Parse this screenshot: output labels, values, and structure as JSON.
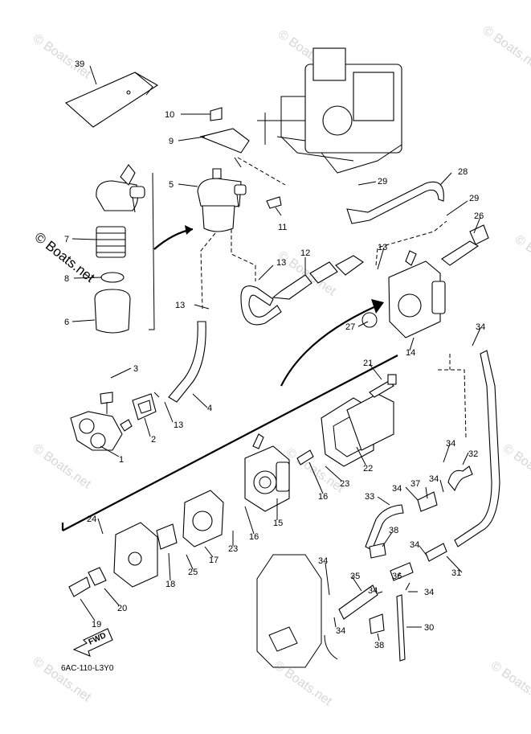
{
  "diagram": {
    "watermark": "© Boats.net",
    "corner_code": "6AC-110-L3Y0",
    "direction_label": "FWD",
    "part_numbers": [
      "1",
      "2",
      "3",
      "4",
      "5",
      "6",
      "7",
      "8",
      "9",
      "10",
      "11",
      "12",
      "13",
      "14",
      "15",
      "16",
      "17",
      "18",
      "19",
      "20",
      "21",
      "22",
      "23",
      "24",
      "25",
      "26",
      "27",
      "28",
      "29",
      "30",
      "31",
      "32",
      "33",
      "34",
      "35",
      "36",
      "37",
      "38",
      "39"
    ],
    "callouts": [
      {
        "id": "39",
        "text": "39"
      },
      {
        "id": "10",
        "text": "10"
      },
      {
        "id": "9",
        "text": "9"
      },
      {
        "id": "5",
        "text": "5"
      },
      {
        "id": "7",
        "text": "7"
      },
      {
        "id": "8",
        "text": "8"
      },
      {
        "id": "6",
        "text": "6"
      },
      {
        "id": "11",
        "text": "11"
      },
      {
        "id": "13a",
        "text": "13"
      },
      {
        "id": "13b",
        "text": "13"
      },
      {
        "id": "12",
        "text": "12"
      },
      {
        "id": "3",
        "text": "3"
      },
      {
        "id": "4",
        "text": "4"
      },
      {
        "id": "13c",
        "text": "13"
      },
      {
        "id": "2",
        "text": "2"
      },
      {
        "id": "1",
        "text": "1"
      },
      {
        "id": "28",
        "text": "28"
      },
      {
        "id": "29a",
        "text": "29"
      },
      {
        "id": "29b",
        "text": "29"
      },
      {
        "id": "26",
        "text": "26"
      },
      {
        "id": "13d",
        "text": "13"
      },
      {
        "id": "27",
        "text": "27"
      },
      {
        "id": "14",
        "text": "14"
      },
      {
        "id": "34a",
        "text": "34"
      },
      {
        "id": "21",
        "text": "21"
      },
      {
        "id": "22",
        "text": "22"
      },
      {
        "id": "23a",
        "text": "23"
      },
      {
        "id": "16a",
        "text": "16"
      },
      {
        "id": "15",
        "text": "15"
      },
      {
        "id": "16b",
        "text": "16"
      },
      {
        "id": "23b",
        "text": "23"
      },
      {
        "id": "17",
        "text": "17"
      },
      {
        "id": "24",
        "text": "24"
      },
      {
        "id": "18",
        "text": "18"
      },
      {
        "id": "25",
        "text": "25"
      },
      {
        "id": "20",
        "text": "20"
      },
      {
        "id": "19",
        "text": "19"
      },
      {
        "id": "34b",
        "text": "34"
      },
      {
        "id": "32",
        "text": "32"
      },
      {
        "id": "33",
        "text": "33"
      },
      {
        "id": "34c",
        "text": "34"
      },
      {
        "id": "37",
        "text": "37"
      },
      {
        "id": "34d",
        "text": "34"
      },
      {
        "id": "38a",
        "text": "38"
      },
      {
        "id": "34e",
        "text": "34"
      },
      {
        "id": "31",
        "text": "31"
      },
      {
        "id": "34f",
        "text": "34"
      },
      {
        "id": "35",
        "text": "35"
      },
      {
        "id": "36",
        "text": "36"
      },
      {
        "id": "34g",
        "text": "34"
      },
      {
        "id": "34h",
        "text": "34"
      },
      {
        "id": "30",
        "text": "30"
      },
      {
        "id": "38b",
        "text": "38"
      },
      {
        "id": "34i",
        "text": "34"
      }
    ]
  }
}
